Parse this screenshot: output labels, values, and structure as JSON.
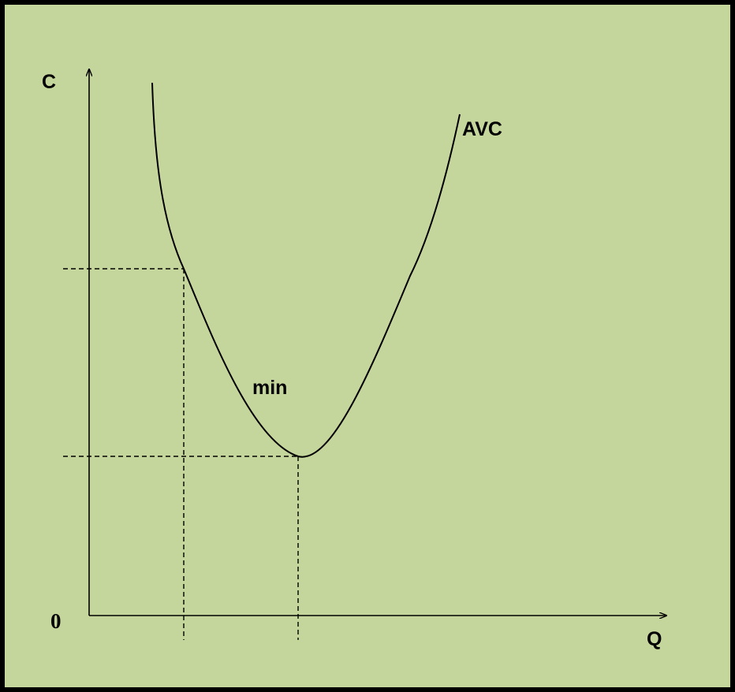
{
  "diagram": {
    "y_axis_label": "C",
    "x_axis_label": "Q",
    "origin_label": "0",
    "curve_label": "AVC",
    "min_label": "min"
  },
  "colors": {
    "background": "#c4d69b",
    "border": "#000000",
    "ink": "#000000"
  }
}
